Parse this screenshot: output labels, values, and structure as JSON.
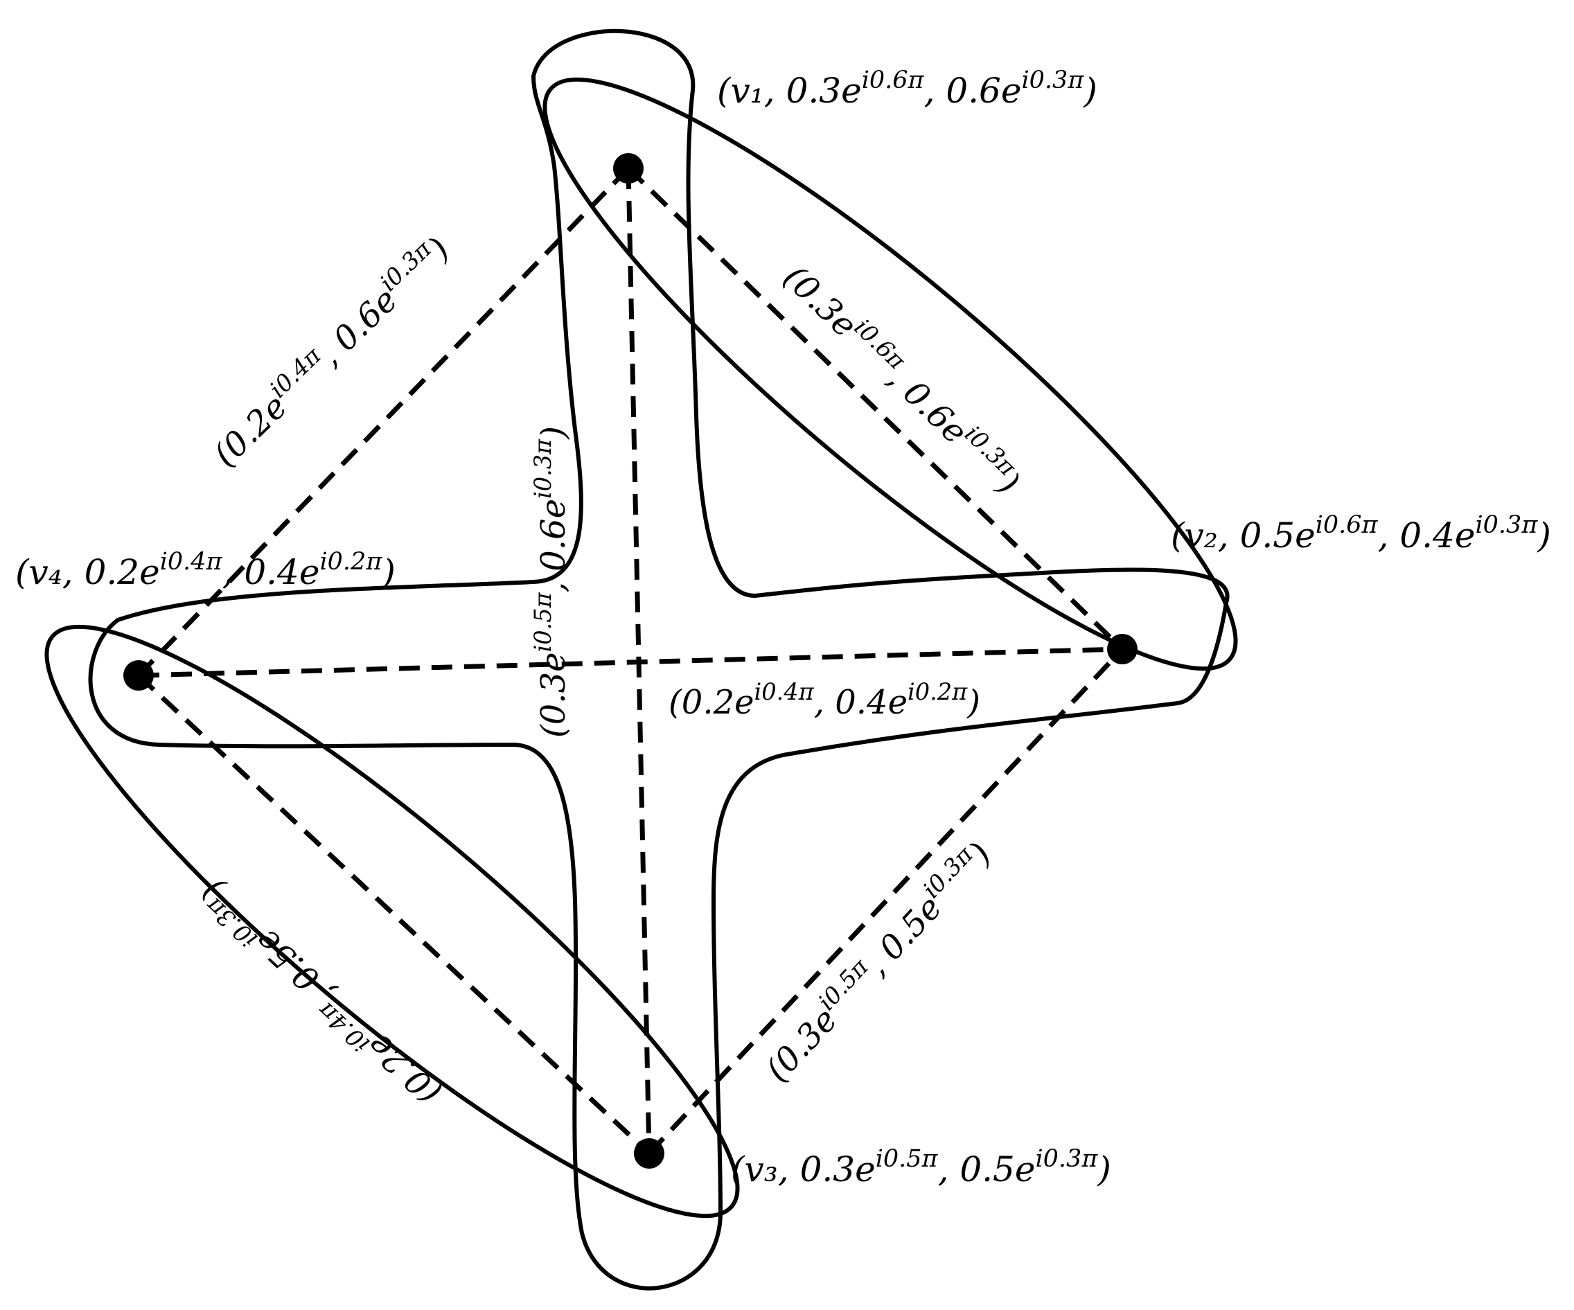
{
  "diagram": {
    "stroke_color": "#000000",
    "vertices": [
      {
        "id": "v1",
        "label": "(v₁, 0.3e^{i0.6π}, 0.6e^{i0.3π})"
      },
      {
        "id": "v2",
        "label": "(v₂, 0.5e^{i0.6π}, 0.4e^{i0.3π})"
      },
      {
        "id": "v3",
        "label": "(v₃, 0.3e^{i0.5π}, 0.5e^{i0.3π})"
      },
      {
        "id": "v4",
        "label": "(v₄, 0.2e^{i0.4π}, 0.4e^{i0.2π})"
      }
    ],
    "edges": [
      {
        "from": "v1",
        "to": "v2",
        "label": "(0.3e^{i0.6π}, 0.6e^{i0.3π})"
      },
      {
        "from": "v4",
        "to": "v1",
        "label": "(0.2e^{i0.4π}, 0.6e^{i0.3π})"
      },
      {
        "from": "v1",
        "to": "v3",
        "label": "(0.3e^{i0.5π}, 0.6e^{i0.3π})"
      },
      {
        "from": "v4",
        "to": "v2",
        "label": "(0.2e^{i0.4π}, 0.4e^{i0.2π})"
      },
      {
        "from": "v4",
        "to": "v3",
        "label": "(0.2e^{i0.4π}, 0.5e^{i0.3π})"
      },
      {
        "from": "v3",
        "to": "v2",
        "label": "(0.3e^{i0.5π}, 0.5e^{i0.3π})"
      }
    ],
    "hyperedges": [
      {
        "name": "hyperedge-v1-v3",
        "members": [
          "v1",
          "v3"
        ]
      },
      {
        "name": "hyperedge-v4-v2",
        "members": [
          "v4",
          "v2"
        ]
      },
      {
        "name": "hyperedge-v1-v2",
        "members": [
          "v1",
          "v2"
        ]
      },
      {
        "name": "hyperedge-v4-v3",
        "members": [
          "v4",
          "v3"
        ]
      }
    ]
  }
}
